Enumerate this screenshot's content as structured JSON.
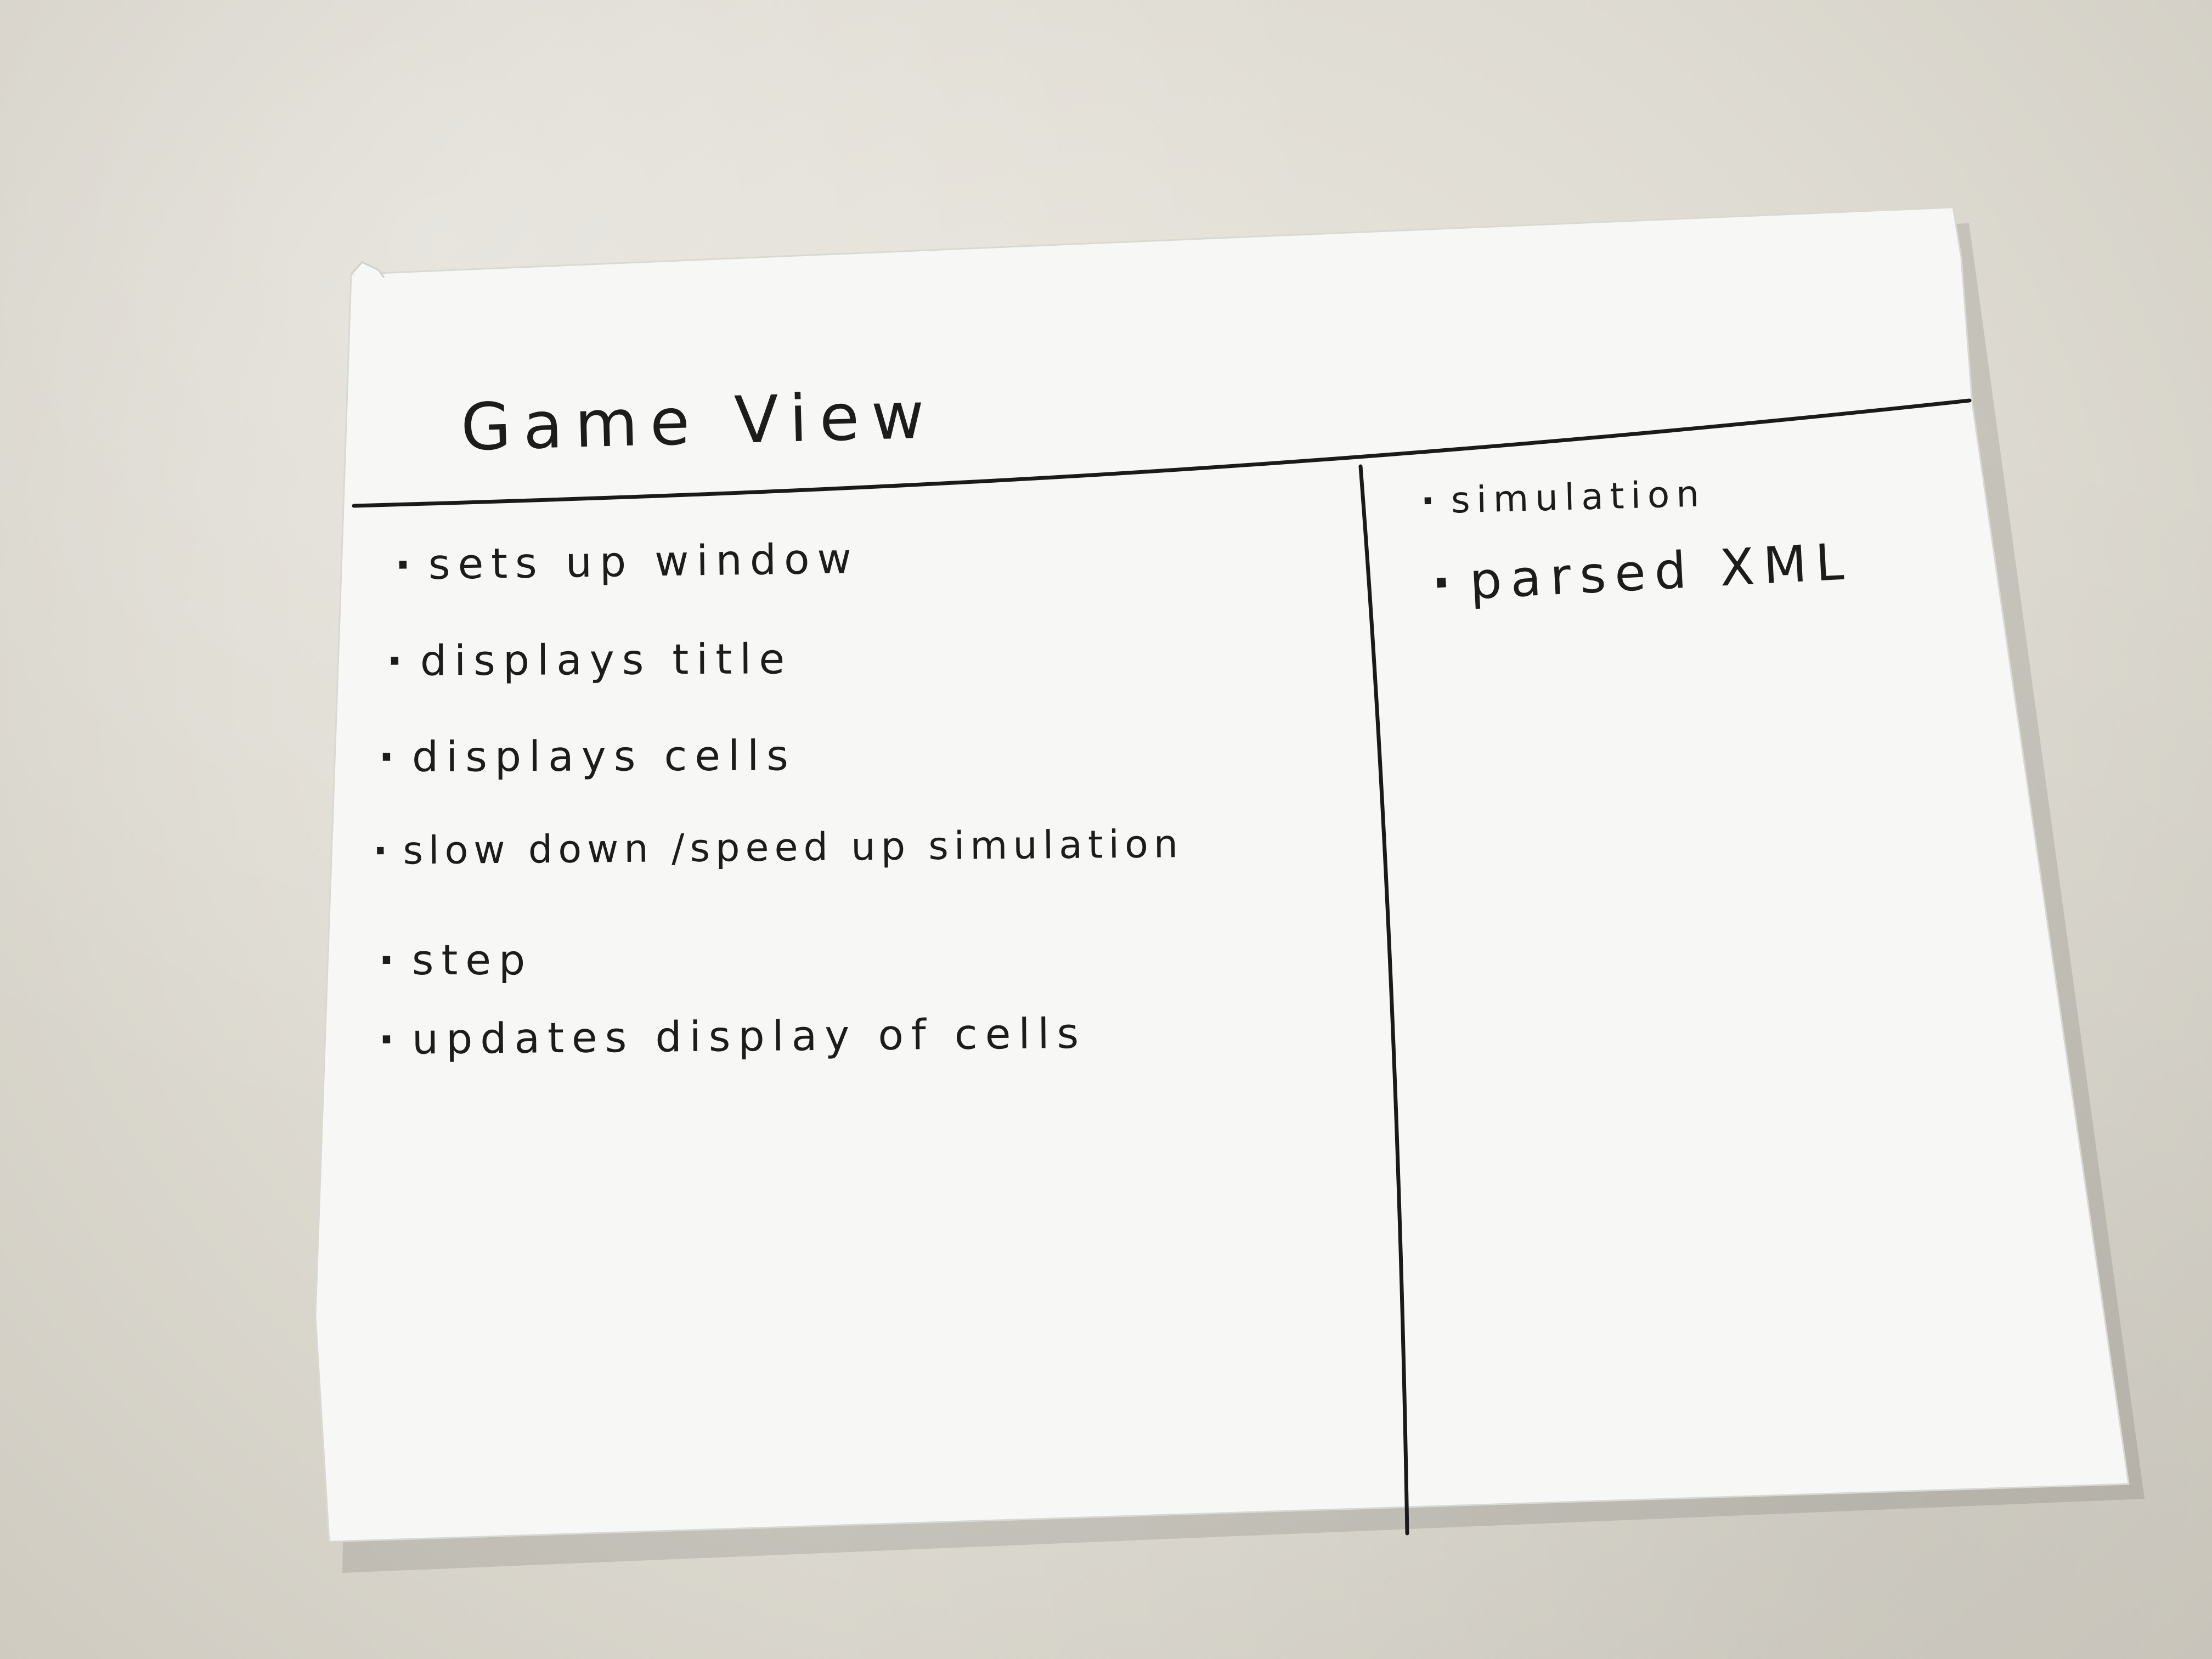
{
  "card": {
    "title": "Game View",
    "left_items": [
      "sets up window",
      "displays title",
      "displays cells",
      "slow down /speed up simulation",
      "step",
      "updates display of cells"
    ],
    "right_items": [
      "simulation",
      "parsed XML"
    ]
  },
  "colors": {
    "paper": "#f7f7f5",
    "ink": "#1c1c1c",
    "desk": "#e3e0d8"
  }
}
